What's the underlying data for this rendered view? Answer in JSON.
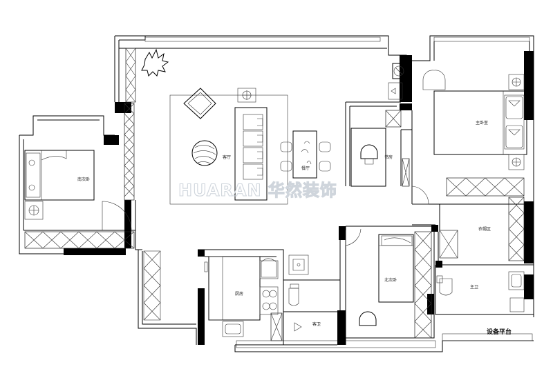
{
  "watermark": "HUARAN 华然装饰",
  "rooms": {
    "living_room": "客厅",
    "dining_room": "餐厅",
    "study": "书房",
    "master_bedroom": "主卧室",
    "secondary_bedroom_left": "南次卧",
    "secondary_bedroom_right": "北次卧",
    "kitchen": "厨房",
    "guest_bathroom": "客卫",
    "master_bathroom": "主卫",
    "closet_area": "衣帽区",
    "equipment_platform": "设备平台"
  },
  "colors": {
    "wall": "#000000",
    "line": "#333333",
    "watermark": "#cfd5dc"
  }
}
